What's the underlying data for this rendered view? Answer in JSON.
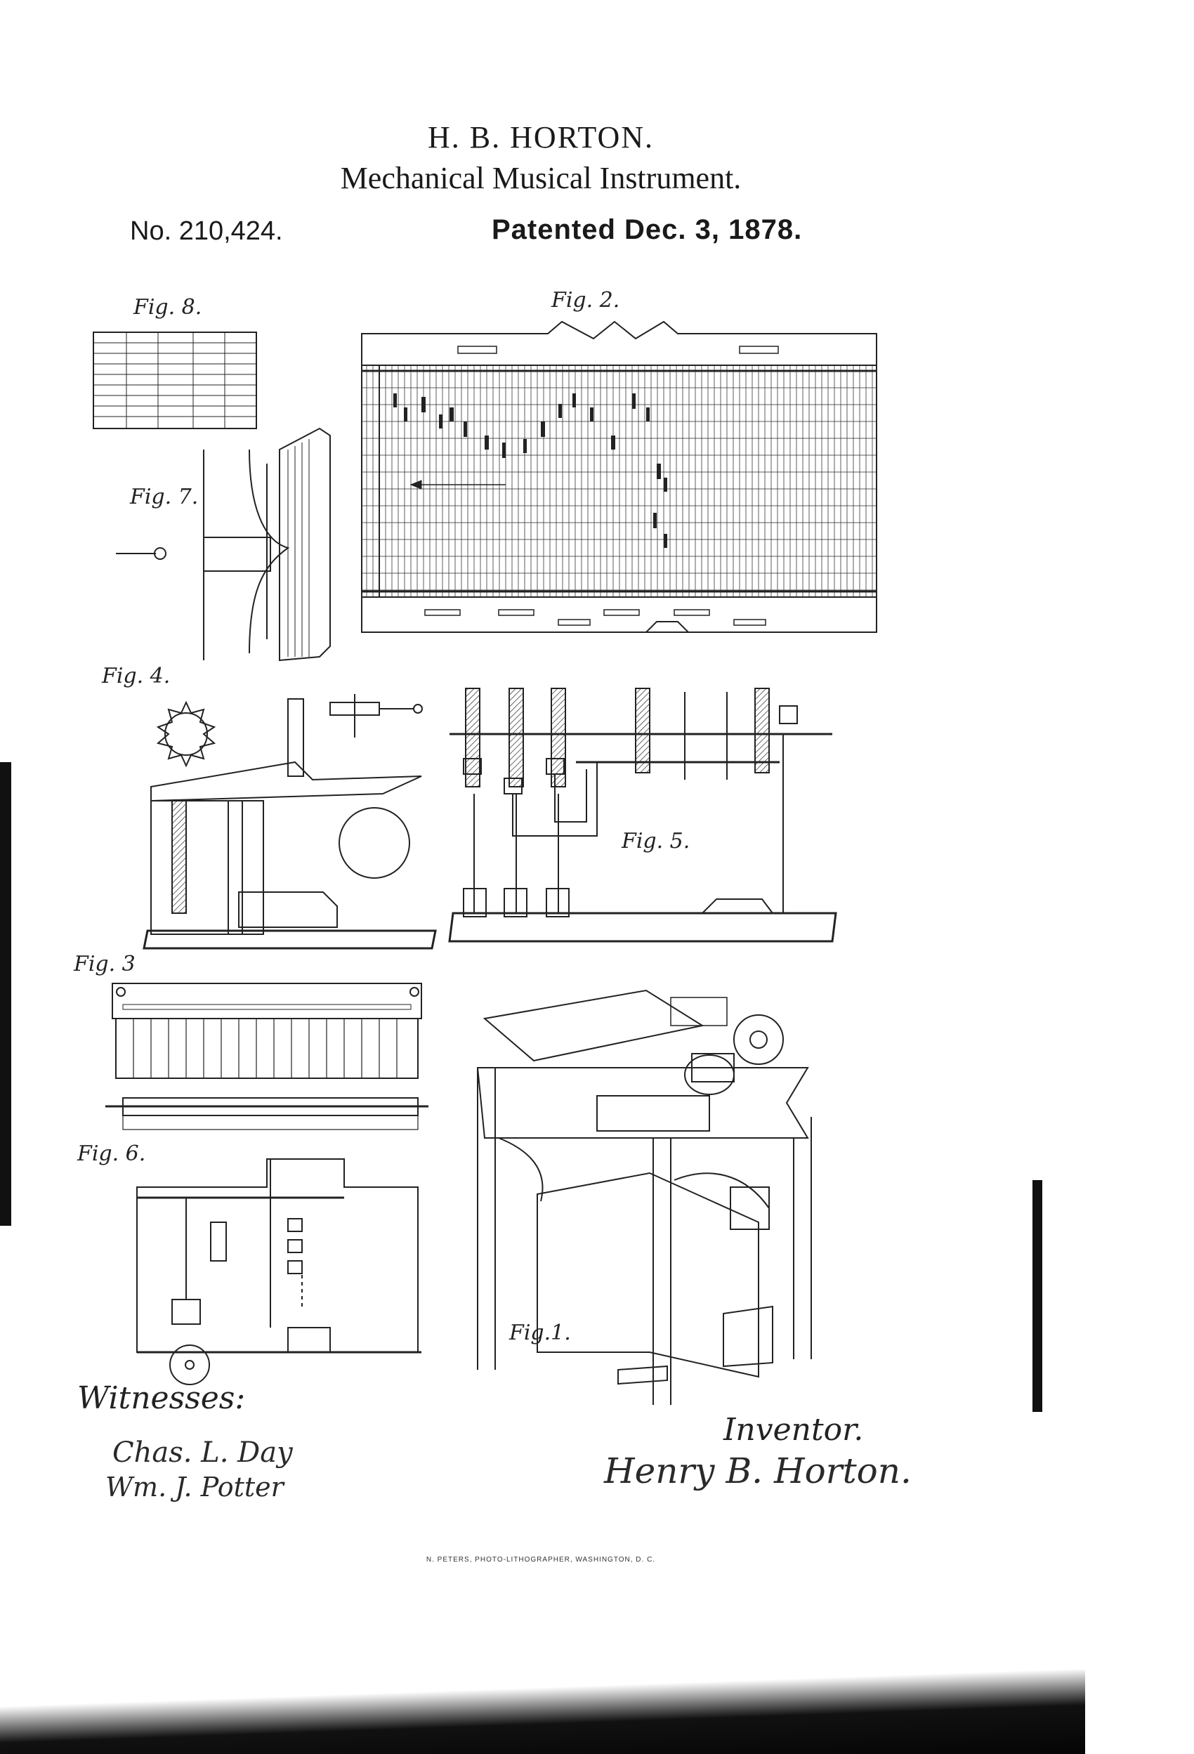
{
  "header": {
    "inventor_name": "H. B. HORTON.",
    "title": "Mechanical Musical Instrument.",
    "patent_number": "No. 210,424.",
    "patent_date": "Patented Dec. 3, 1878."
  },
  "figures": {
    "fig1": "Fig.1.",
    "fig2": "Fig. 2.",
    "fig3": "Fig. 3",
    "fig4": "Fig. 4.",
    "fig5": "Fig. 5.",
    "fig6": "Fig. 6.",
    "fig7": "Fig. 7.",
    "fig8": "Fig. 8."
  },
  "signatures": {
    "witnesses_label": "Witnesses:",
    "inventor_label": "Inventor.",
    "witness_1": "Chas. L. Day",
    "witness_2": "Wm. J. Potter",
    "inventor_signature": "Henry B. Horton."
  },
  "imprint": "N. PETERS, PHOTO-LITHOGRAPHER, WASHINGTON, D. C."
}
